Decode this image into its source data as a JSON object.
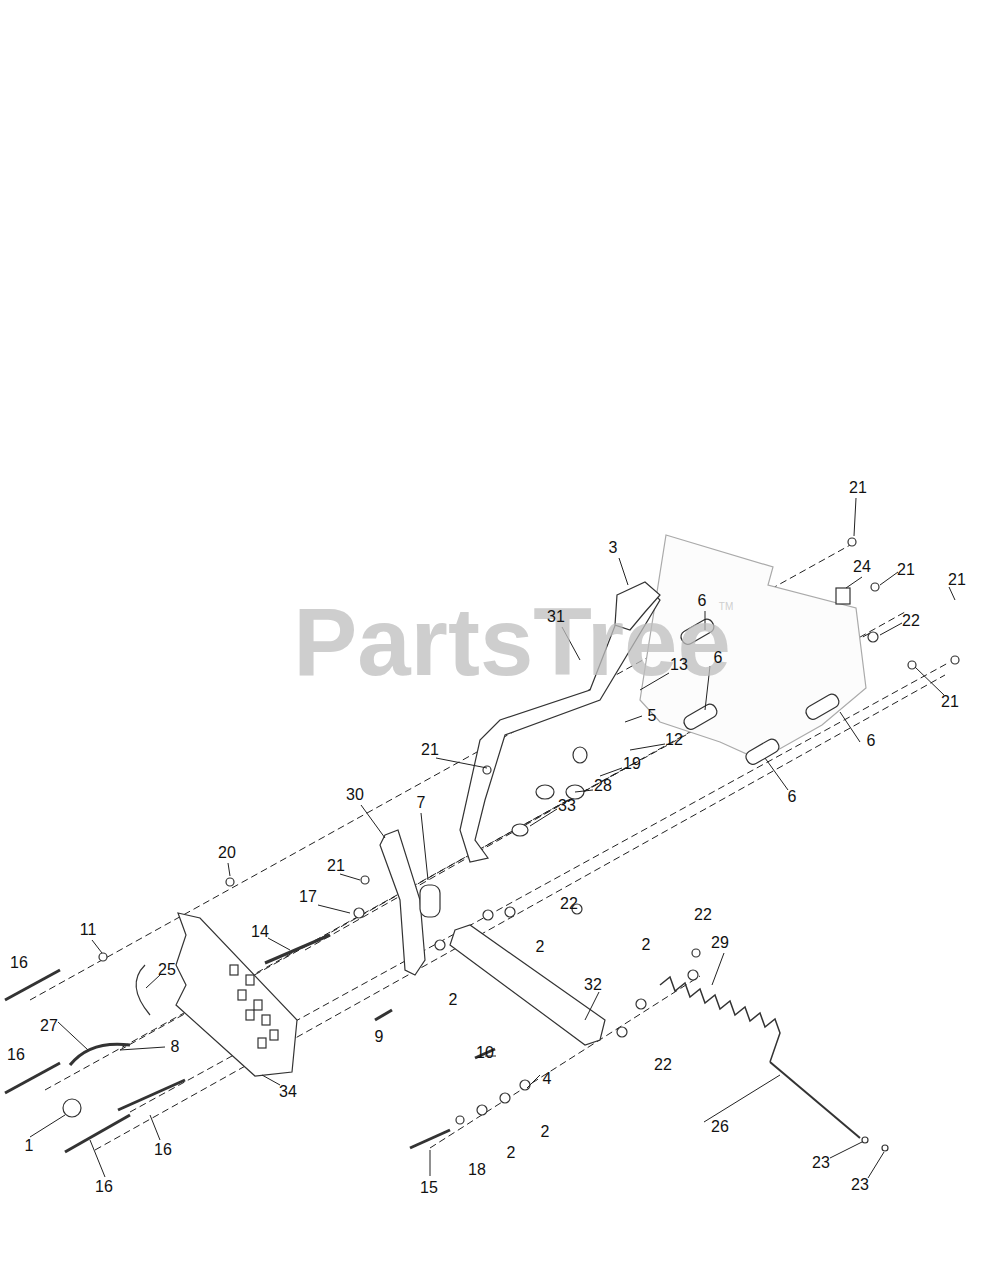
{
  "diagram": {
    "labels": [
      "PartsTree",
      "TM",
      "21",
      "3",
      "24",
      "21",
      "21",
      "6",
      "31",
      "22",
      "13",
      "6",
      "21",
      "5",
      "6",
      "21",
      "12",
      "30",
      "6",
      "19",
      "7",
      "28",
      "33",
      "20",
      "22",
      "22",
      "21",
      "17",
      "29",
      "11",
      "16",
      "14",
      "25",
      "2",
      "2",
      "32",
      "2",
      "27",
      "8",
      "9",
      "22",
      "34",
      "10",
      "16",
      "4",
      "1",
      "16",
      "2",
      "2",
      "18",
      "15",
      "16",
      "26",
      "23",
      "23"
    ]
  }
}
